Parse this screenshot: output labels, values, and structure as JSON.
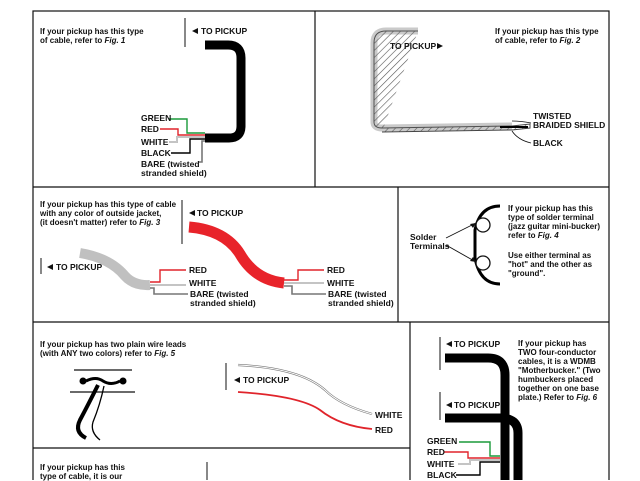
{
  "fig1": {
    "caption_line1": "If your pickup has this type",
    "caption_prefix": "of cable, refer to ",
    "caption_fig": "Fig. 1",
    "to_pickup": "TO PICKUP",
    "green": "GREEN",
    "red": "RED",
    "white": "WHITE",
    "black": "BLACK",
    "bare_line1": "BARE (twisted",
    "bare_line2": "stranded shield)"
  },
  "fig2": {
    "caption_line1": "If your pickup has this type",
    "caption_prefix": "of cable, refer to ",
    "caption_fig": "Fig. 2",
    "to_pickup": "TO PICKUP",
    "twisted_line1": "TWISTED",
    "twisted_line2": "BRAIDED SHIELD",
    "black": "BLACK"
  },
  "fig3": {
    "caption_line1": "If your pickup has this type of cable",
    "caption_line2": "with any color of outside jacket,",
    "caption_prefix": "(it doesn't matter) refer to ",
    "caption_fig": "Fig. 3",
    "to_pickup_top": "TO PICKUP",
    "to_pickup_left": "TO PICKUP",
    "red": "RED",
    "white": "WHITE",
    "bare_line1": "BARE (twisted",
    "bare_line2": "stranded shield)"
  },
  "fig4": {
    "solder_line1": "Solder",
    "solder_line2": "Terminals",
    "caption_line1": "If your pickup has this",
    "caption_line2": "type of solder terminal",
    "caption_line3": "(jazz guitar mini-bucker)",
    "caption_prefix": "refer to ",
    "caption_fig": "Fig. 4",
    "use_line1": "Use either terminal as",
    "use_line2": "\"hot\" and the other as",
    "use_line3": "\"ground\"."
  },
  "fig5": {
    "caption_line1": "If your pickup has two plain wire leads",
    "caption_prefix": "(with ANY two colors) refer to ",
    "caption_fig": "Fig. 5",
    "to_pickup": "TO PICKUP",
    "white": "WHITE",
    "red": "RED"
  },
  "fig6": {
    "to_pickup_top": "TO PICKUP",
    "to_pickup_mid": "TO PICKUP",
    "caption_line1": "If your pickup has",
    "caption_line2": "TWO four-conductor",
    "caption_line3": "cables, it is a WDMB",
    "caption_line4": "\"Motherbucker.\" (Two",
    "caption_line5": "humbuckers placed",
    "caption_line6": "together on one base",
    "caption_prefix": "plate.) Refer to ",
    "caption_fig": "Fig. 6",
    "green": "GREEN",
    "red": "RED",
    "white": "WHITE",
    "black": "BLACK"
  },
  "fig7": {
    "caption_line1": "If your pickup has this",
    "caption_line2": "type of cable, it is our"
  },
  "colors": {
    "green": "#1a9a3a",
    "red": "#e0242b",
    "jacket_red": "#e8232a",
    "jacket_gray": "#c0c0c0",
    "black": "#000000"
  }
}
